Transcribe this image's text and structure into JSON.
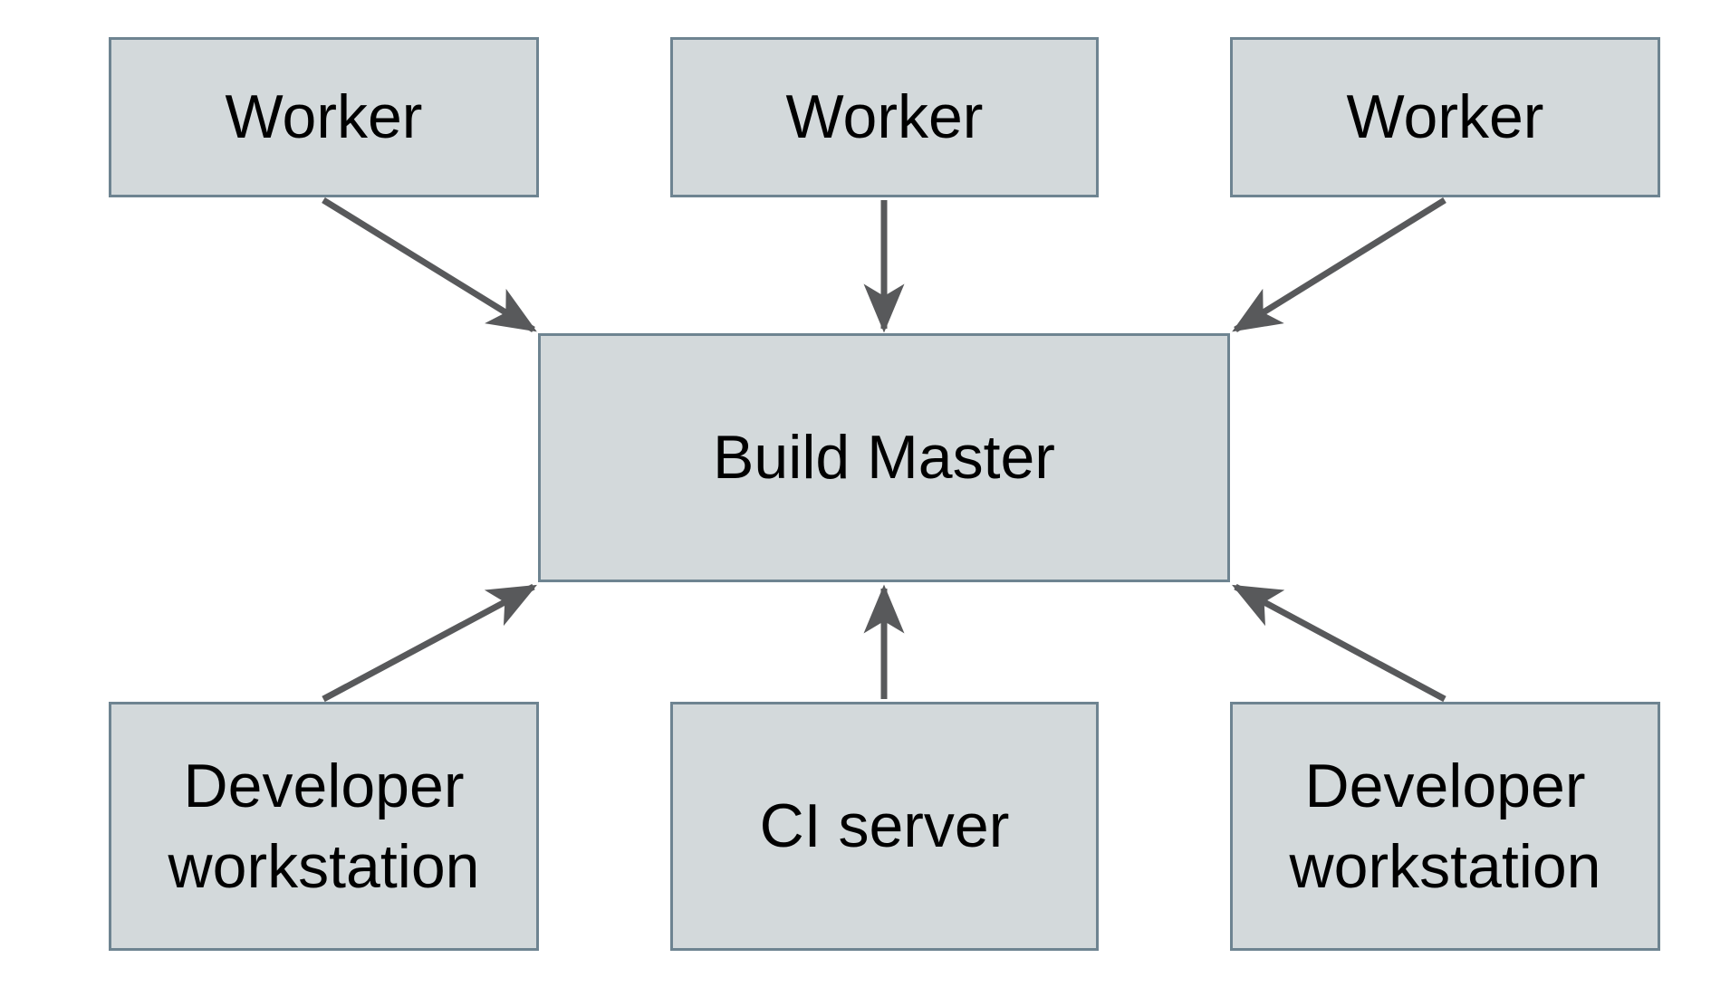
{
  "diagram": {
    "nodes": {
      "worker1": {
        "label": "Worker"
      },
      "worker2": {
        "label": "Worker"
      },
      "worker3": {
        "label": "Worker"
      },
      "build_master": {
        "label": "Build Master"
      },
      "dev_workstation_1": {
        "label": "Developer workstation"
      },
      "ci_server": {
        "label": "CI server"
      },
      "dev_workstation_2": {
        "label": "Developer workstation"
      }
    },
    "edges": [
      {
        "from": "worker1",
        "to": "build_master"
      },
      {
        "from": "worker2",
        "to": "build_master"
      },
      {
        "from": "worker3",
        "to": "build_master"
      },
      {
        "from": "dev_workstation_1",
        "to": "build_master"
      },
      {
        "from": "ci_server",
        "to": "build_master"
      },
      {
        "from": "dev_workstation_2",
        "to": "build_master"
      }
    ],
    "colors": {
      "background": "#ffffff",
      "node_fill": "#d3d9db",
      "node_border": "#6e8491",
      "arrow": "#58595b",
      "text": "#000000"
    }
  }
}
